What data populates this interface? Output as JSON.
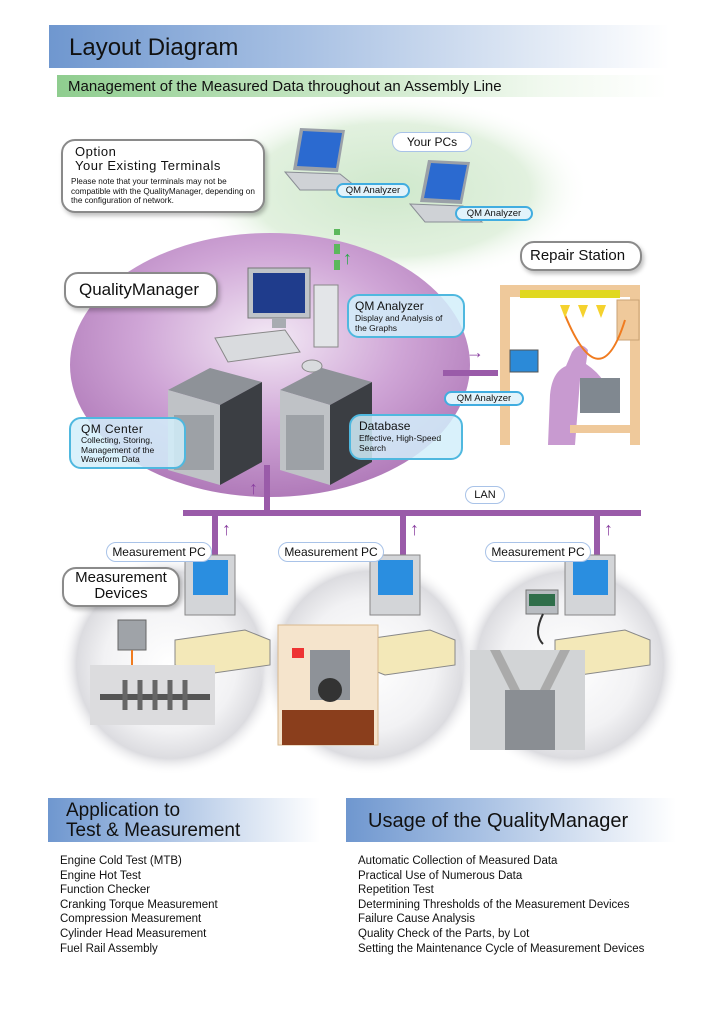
{
  "header": {
    "title": "Layout Diagram",
    "subtitle": "Management of the Measured Data throughout an Assembly Line"
  },
  "option_box": {
    "title_line1": "Option",
    "title_line2": "Your Existing Terminals",
    "note": "Please note that your terminals may not be compatible with the QualityManager, depending on the configuration of network."
  },
  "your_pcs": {
    "label": "Your PCs",
    "analyzer_labels": [
      "QM Analyzer",
      "QM Analyzer"
    ]
  },
  "quality_manager": {
    "label": "QualityManager",
    "qm_analyzer": {
      "title": "QM Analyzer",
      "desc": "Display and Analysis of the Graphs"
    },
    "qm_center": {
      "title": "QM Center",
      "desc": "Collecting, Storing, Management of the Waveform Data"
    },
    "database": {
      "title": "Database",
      "desc": "Effective, High-Speed Search"
    }
  },
  "repair_station": {
    "label": "Repair Station",
    "analyzer_label": "QM Analyzer"
  },
  "network": {
    "lan_label": "LAN",
    "measurement_pcs": [
      "Measurement PC",
      "Measurement PC",
      "Measurement PC"
    ],
    "devices_label": "Measurement Devices"
  },
  "colors": {
    "lan": "#9a5ba9",
    "header_blue": "#6f97cf",
    "subheader_green": "#8fcd8f",
    "qm_box_border": "#4fb8df",
    "ellipse_purple": "#b582c0",
    "cloud_green": "#cfe8cc"
  },
  "applications": {
    "title_line1": "Application to",
    "title_line2": "Test & Measurement",
    "items": [
      "Engine Cold Test (MTB)",
      "Engine Hot Test",
      "Function Checker",
      "Cranking Torque Measurement",
      "Compression Measurement",
      "Cylinder Head Measurement",
      "Fuel Rail Assembly"
    ]
  },
  "usage": {
    "title": "Usage of the QualityManager",
    "items": [
      "Automatic Collection of Measured Data",
      "Practical Use of Numerous Data",
      "Repetition Test",
      "Determining Thresholds of the Measurement Devices",
      "Failure Cause Analysis",
      "Quality Check of the Parts, by Lot",
      "Setting the Maintenance Cycle of Measurement Devices"
    ]
  }
}
